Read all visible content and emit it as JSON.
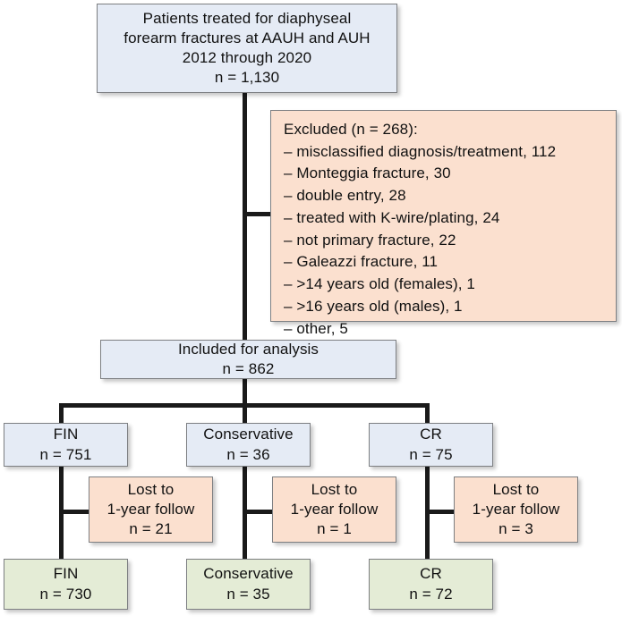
{
  "diagram": {
    "title": "Patient flow diagram of diaphyseal forearm fractures",
    "colors": {
      "blue_fill": "#e5ebf5",
      "peach_fill": "#fbe0cf",
      "green_fill": "#e4ecd6",
      "border": "#7d7f82",
      "connector": "#1a1a1a"
    }
  },
  "nodes": {
    "source": {
      "line1": "Patients treated for diaphyseal",
      "line2": "forearm fractures at AAUH and AUH",
      "line3": "2012 through 2020",
      "line4": "n = 1,130"
    },
    "excluded": {
      "heading": "Excluded (n = 268):",
      "items": [
        "– misclassified diagnosis/treatment, 112",
        "– Monteggia fracture, 30",
        "– double entry, 28",
        "– treated with K-wire/plating, 24",
        "– not primary fracture, 22",
        "– Galeazzi fracture, 11",
        "– >14 years old (females), 1",
        "– >16 years old (males), 1",
        "– other, 5"
      ]
    },
    "included": {
      "line1": "Included for analysis",
      "line2": "n = 862"
    },
    "group_fin": {
      "label": "FIN",
      "count": "n = 751"
    },
    "group_conservative": {
      "label": "Conservative",
      "count": "n = 36"
    },
    "group_cr": {
      "label": "CR",
      "count": "n = 75"
    },
    "lost_fin": {
      "line1": "Lost to",
      "line2": "1-year follow",
      "line3": "n = 21"
    },
    "lost_conservative": {
      "line1": "Lost to",
      "line2": "1-year follow",
      "line3": "n = 1"
    },
    "lost_cr": {
      "line1": "Lost to",
      "line2": "1-year follow",
      "line3": "n = 3"
    },
    "final_fin": {
      "label": "FIN",
      "count": "n = 730"
    },
    "final_conservative": {
      "label": "Conservative",
      "count": "n = 35"
    },
    "final_cr": {
      "label": "CR",
      "count": "n = 72"
    }
  }
}
